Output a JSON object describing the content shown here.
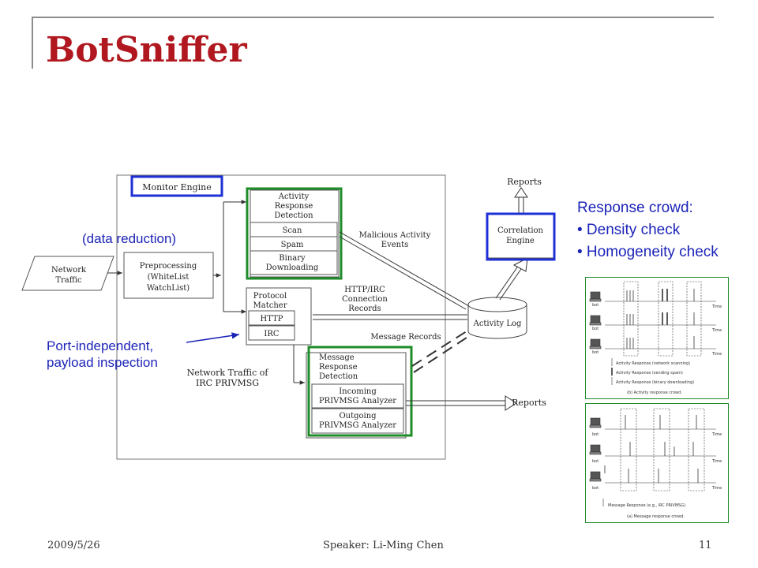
{
  "slide": {
    "title": "BotSniffer",
    "footer_date": "2009/5/26",
    "footer_speaker": "Speaker: Li-Ming Chen",
    "footer_page": "11"
  },
  "diagram": {
    "monitor_engine": "Monitor Engine",
    "network_traffic": [
      "Network",
      "Traffic"
    ],
    "preprocessing": [
      "Preprocessing",
      "(WhiteList",
      "WatchList)"
    ],
    "activity_response": [
      "Activity",
      "Response",
      "Detection"
    ],
    "scan": "Scan",
    "spam": "Spam",
    "binary_downloading": [
      "Binary",
      "Downloading"
    ],
    "protocol_matcher": [
      "Protocol",
      "Matcher"
    ],
    "http": "HTTP",
    "irc": "IRC",
    "message_response": [
      "Message",
      "Response",
      "Detection"
    ],
    "incoming": [
      "Incoming",
      "PRIVMSG Analyzer"
    ],
    "outgoing": [
      "Outgoing",
      "PRIVMSG Analyzer"
    ],
    "irc_traffic": [
      "Network Traffic of",
      "IRC PRIVMSG"
    ],
    "malicious_events": [
      "Malicious Activity",
      "Events"
    ],
    "connection_records": [
      "HTTP/IRC",
      "Connection",
      "Records"
    ],
    "message_records": "Message Records",
    "correlation_engine": [
      "Correlation",
      "Engine"
    ],
    "activity_log": "Activity Log",
    "reports_top": "Reports",
    "reports_bottom": "Reports"
  },
  "annotations": {
    "data_reduction": "(data reduction)",
    "port_independent": [
      "Port-independent,",
      "payload inspection"
    ],
    "response_crowd_title": "Response crowd:",
    "response_crowd_items": [
      "• Density check",
      "• Homogeneity check"
    ]
  },
  "activity_panel": {
    "bot": "bot",
    "time": "Time",
    "legend": [
      "Activity Response (network scanning)",
      "Activity Response (sending spam)",
      "Activity Response (binary downloading)"
    ],
    "caption": "(b) Activity response crowd."
  },
  "message_panel": {
    "bot": "bot",
    "time": "Time",
    "legend": "Message Response (e.g., IRC PRIVMSG)",
    "caption": "(a) Message response crowd."
  }
}
